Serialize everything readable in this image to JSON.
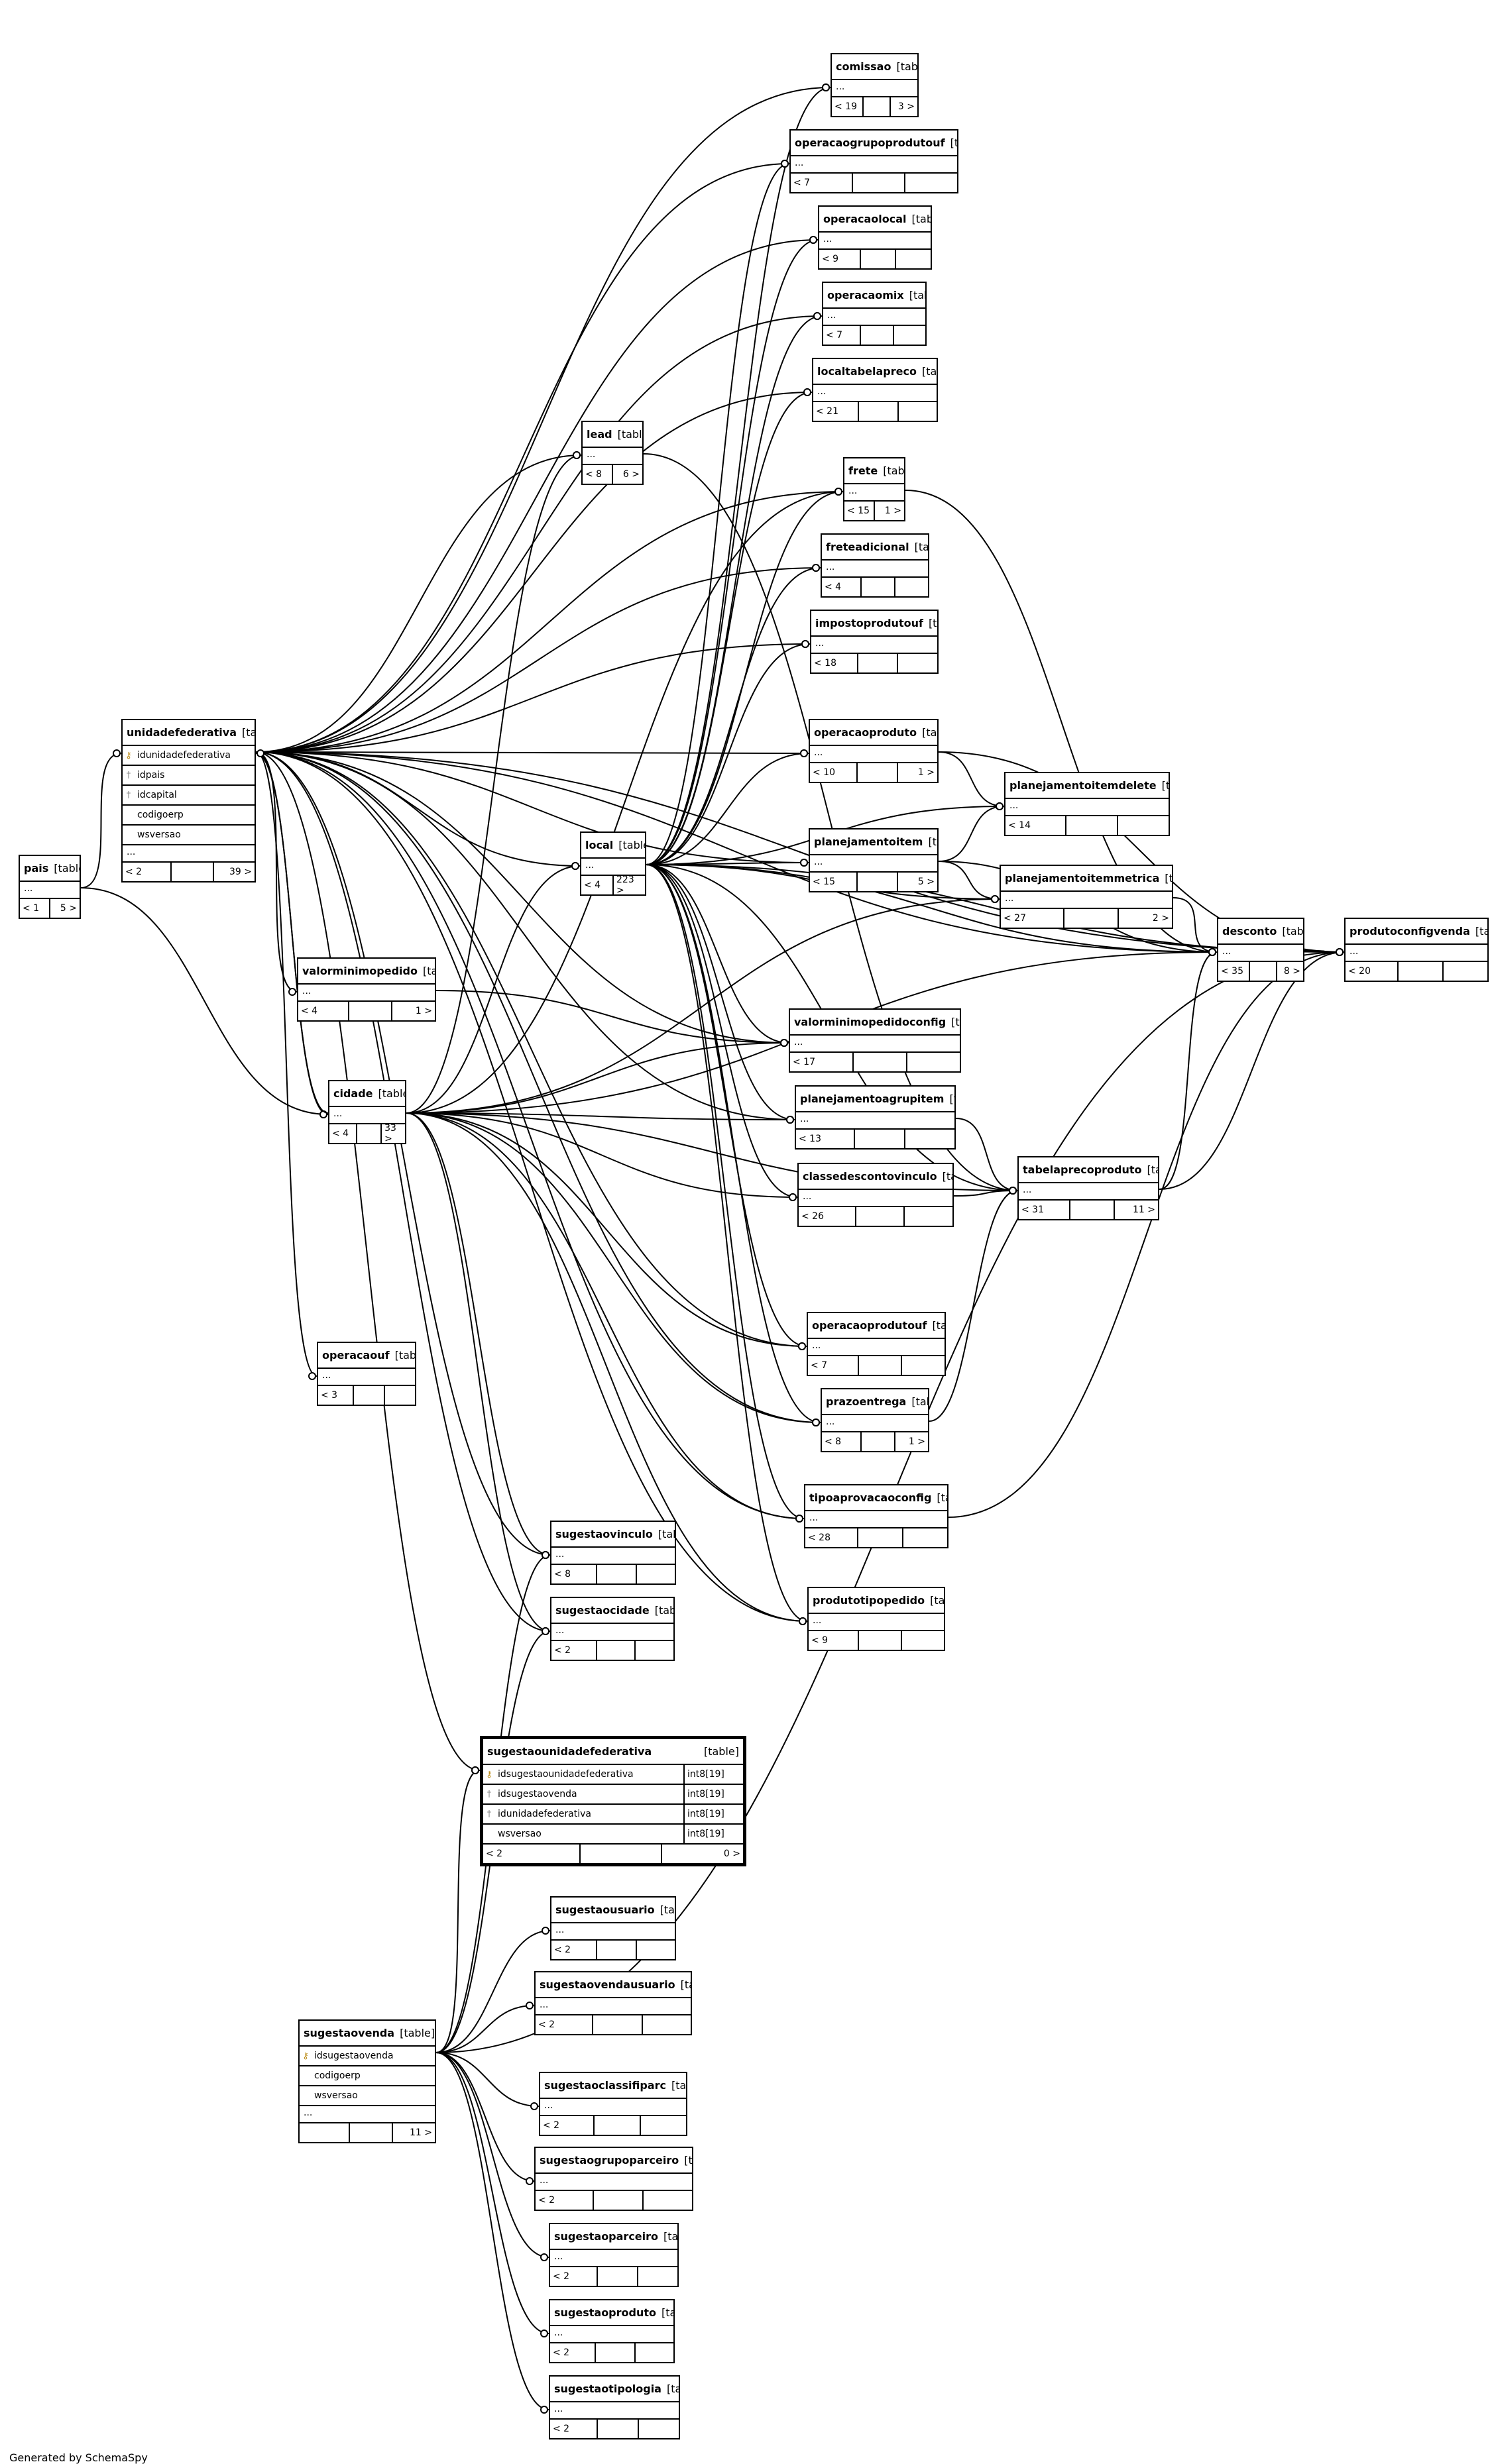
{
  "diagram": {
    "footer_text": "Generated by SchemaSpy",
    "tables": [
      {
        "id": "comissao",
        "name": "comissao",
        "kind": "[table]",
        "rows": [],
        "ellipsis": "...",
        "footer": [
          "< 19",
          "",
          "3 >"
        ]
      },
      {
        "id": "operacaogrupoprodutouf",
        "name": "operacaogrupoprodutouf",
        "kind": "[table]",
        "rows": [],
        "ellipsis": "...",
        "footer": [
          "< 7",
          "",
          ""
        ]
      },
      {
        "id": "operacaolocal",
        "name": "operacaolocal",
        "kind": "[table]",
        "rows": [],
        "ellipsis": "...",
        "footer": [
          "< 9",
          "",
          ""
        ]
      },
      {
        "id": "operacaomix",
        "name": "operacaomix",
        "kind": "[table]",
        "rows": [],
        "ellipsis": "...",
        "footer": [
          "< 7",
          "",
          ""
        ]
      },
      {
        "id": "localtabelapreco",
        "name": "localtabelapreco",
        "kind": "[table]",
        "rows": [],
        "ellipsis": "...",
        "footer": [
          "< 21",
          "",
          ""
        ]
      },
      {
        "id": "lead",
        "name": "lead",
        "kind": "[table]",
        "rows": [],
        "ellipsis": "...",
        "footer": [
          "< 8",
          "6 >"
        ]
      },
      {
        "id": "frete",
        "name": "frete",
        "kind": "[table]",
        "rows": [],
        "ellipsis": "...",
        "footer": [
          "< 15",
          "1 >"
        ]
      },
      {
        "id": "freteadicional",
        "name": "freteadicional",
        "kind": "[table]",
        "rows": [],
        "ellipsis": "...",
        "footer": [
          "< 4",
          "",
          ""
        ]
      },
      {
        "id": "impostoprodutouf",
        "name": "impostoprodutouf",
        "kind": "[table]",
        "rows": [],
        "ellipsis": "...",
        "footer": [
          "< 18",
          "",
          ""
        ]
      },
      {
        "id": "unidadefederativa",
        "name": "unidadefederativa",
        "kind": "[table]",
        "rows": [
          {
            "key": "pk",
            "col": "idunidadefederativa",
            "type": ""
          },
          {
            "key": "fk",
            "col": "idpais",
            "type": ""
          },
          {
            "key": "fk",
            "col": "idcapital",
            "type": ""
          },
          {
            "key": "",
            "col": "codigoerp",
            "type": ""
          },
          {
            "key": "",
            "col": "wsversao",
            "type": ""
          }
        ],
        "ellipsis": "...",
        "footer": [
          "< 2",
          "",
          "39 >"
        ]
      },
      {
        "id": "operacaoproduto",
        "name": "operacaoproduto",
        "kind": "[table]",
        "rows": [],
        "ellipsis": "...",
        "footer": [
          "< 10",
          "",
          "1 >"
        ]
      },
      {
        "id": "planejamentoitemdelete",
        "name": "planejamentoitemdelete",
        "kind": "[table]",
        "rows": [],
        "ellipsis": "...",
        "footer": [
          "< 14",
          "",
          ""
        ]
      },
      {
        "id": "pais",
        "name": "pais",
        "kind": "[table]",
        "rows": [],
        "ellipsis": "...",
        "footer": [
          "< 1",
          "5 >"
        ]
      },
      {
        "id": "local",
        "name": "local",
        "kind": "[table]",
        "rows": [],
        "ellipsis": "...",
        "footer": [
          "< 4",
          "223 >"
        ]
      },
      {
        "id": "planejamentoitem",
        "name": "planejamentoitem",
        "kind": "[table]",
        "rows": [],
        "ellipsis": "...",
        "footer": [
          "< 15",
          "",
          "5 >"
        ]
      },
      {
        "id": "planejamentoitemmetrica",
        "name": "planejamentoitemmetrica",
        "kind": "[table]",
        "rows": [],
        "ellipsis": "...",
        "footer": [
          "< 27",
          "",
          "2 >"
        ]
      },
      {
        "id": "desconto",
        "name": "desconto",
        "kind": "[table]",
        "rows": [],
        "ellipsis": "...",
        "footer": [
          "< 35",
          "",
          "8 >"
        ]
      },
      {
        "id": "produtoconfigvenda",
        "name": "produtoconfigvenda",
        "kind": "[table]",
        "rows": [],
        "ellipsis": "...",
        "footer": [
          "< 20",
          "",
          ""
        ]
      },
      {
        "id": "valorminimopedido",
        "name": "valorminimopedido",
        "kind": "[table]",
        "rows": [],
        "ellipsis": "...",
        "footer": [
          "< 4",
          "",
          "1 >"
        ]
      },
      {
        "id": "valorminimopedidoconfig",
        "name": "valorminimopedidoconfig",
        "kind": "[table]",
        "rows": [],
        "ellipsis": "...",
        "footer": [
          "< 17",
          "",
          ""
        ]
      },
      {
        "id": "cidade",
        "name": "cidade",
        "kind": "[table]",
        "rows": [],
        "ellipsis": "...",
        "footer": [
          "< 4",
          "",
          "33 >"
        ]
      },
      {
        "id": "planejamentoagrupitem",
        "name": "planejamentoagrupitem",
        "kind": "[table]",
        "rows": [],
        "ellipsis": "...",
        "footer": [
          "< 13",
          "",
          ""
        ]
      },
      {
        "id": "classedescontovinculo",
        "name": "classedescontovinculo",
        "kind": "[table]",
        "rows": [],
        "ellipsis": "...",
        "footer": [
          "< 26",
          "",
          ""
        ]
      },
      {
        "id": "tabelaprecoproduto",
        "name": "tabelaprecoproduto",
        "kind": "[table]",
        "rows": [],
        "ellipsis": "...",
        "footer": [
          "< 31",
          "",
          "11 >"
        ]
      },
      {
        "id": "operacaoprodutouf",
        "name": "operacaoprodutouf",
        "kind": "[table]",
        "rows": [],
        "ellipsis": "...",
        "footer": [
          "< 7",
          "",
          ""
        ]
      },
      {
        "id": "operacaouf",
        "name": "operacaouf",
        "kind": "[table]",
        "rows": [],
        "ellipsis": "...",
        "footer": [
          "< 3",
          "",
          ""
        ]
      },
      {
        "id": "prazoentrega",
        "name": "prazoentrega",
        "kind": "[table]",
        "rows": [],
        "ellipsis": "...",
        "footer": [
          "< 8",
          "",
          "1 >"
        ]
      },
      {
        "id": "tipoaprovacaoconfig",
        "name": "tipoaprovacaoconfig",
        "kind": "[table]",
        "rows": [],
        "ellipsis": "...",
        "footer": [
          "< 28",
          "",
          ""
        ]
      },
      {
        "id": "sugestaovinculo",
        "name": "sugestaovinculo",
        "kind": "[table]",
        "rows": [],
        "ellipsis": "...",
        "footer": [
          "< 8",
          "",
          ""
        ]
      },
      {
        "id": "produtotipopedido",
        "name": "produtotipopedido",
        "kind": "[table]",
        "rows": [],
        "ellipsis": "...",
        "footer": [
          "< 9",
          "",
          ""
        ]
      },
      {
        "id": "sugestaocidade",
        "name": "sugestaocidade",
        "kind": "[table]",
        "rows": [],
        "ellipsis": "...",
        "footer": [
          "< 2",
          "",
          ""
        ]
      },
      {
        "id": "sugestaounidadefederativa",
        "name": "sugestaounidadefederativa",
        "kind": "[table]",
        "focus": true,
        "rows": [
          {
            "key": "pk",
            "col": "idsugestaounidadefederativa",
            "type": "int8[19]"
          },
          {
            "key": "fk",
            "col": "idsugestaovenda",
            "type": "int8[19]"
          },
          {
            "key": "fk",
            "col": "idunidadefederativa",
            "type": "int8[19]"
          },
          {
            "key": "",
            "col": "wsversao",
            "type": "int8[19]"
          }
        ],
        "ellipsis": "",
        "footer": [
          "< 2",
          "",
          "0 >"
        ]
      },
      {
        "id": "sugestaousuario",
        "name": "sugestaousuario",
        "kind": "[table]",
        "rows": [],
        "ellipsis": "...",
        "footer": [
          "< 2",
          "",
          ""
        ]
      },
      {
        "id": "sugestaovendausuario",
        "name": "sugestaovendausuario",
        "kind": "[table]",
        "rows": [],
        "ellipsis": "...",
        "footer": [
          "< 2",
          "",
          ""
        ]
      },
      {
        "id": "sugestaovenda",
        "name": "sugestaovenda",
        "kind": "[table]",
        "rows": [
          {
            "key": "pk",
            "col": "idsugestaovenda",
            "type": ""
          },
          {
            "key": "",
            "col": "codigoerp",
            "type": ""
          },
          {
            "key": "",
            "col": "wsversao",
            "type": ""
          }
        ],
        "ellipsis": "...",
        "footer": [
          "",
          "",
          "11 >"
        ]
      },
      {
        "id": "sugestaoclassifiparc",
        "name": "sugestaoclassifiparc",
        "kind": "[table]",
        "rows": [],
        "ellipsis": "...",
        "footer": [
          "< 2",
          "",
          ""
        ]
      },
      {
        "id": "sugestaogrupoparceiro",
        "name": "sugestaogrupoparceiro",
        "kind": "[table]",
        "rows": [],
        "ellipsis": "...",
        "footer": [
          "< 2",
          "",
          ""
        ]
      },
      {
        "id": "sugestaoparceiro",
        "name": "sugestaoparceiro",
        "kind": "[table]",
        "rows": [],
        "ellipsis": "...",
        "footer": [
          "< 2",
          "",
          ""
        ]
      },
      {
        "id": "sugestaoproduto",
        "name": "sugestaoproduto",
        "kind": "[table]",
        "rows": [],
        "ellipsis": "...",
        "footer": [
          "< 2",
          "",
          ""
        ]
      },
      {
        "id": "sugestaotipologia",
        "name": "sugestaotipologia",
        "kind": "[table]",
        "rows": [],
        "ellipsis": "...",
        "footer": [
          "< 2",
          "",
          ""
        ]
      }
    ],
    "relationships": [
      [
        "unidadefederativa",
        "comissao"
      ],
      [
        "unidadefederativa",
        "operacaogrupoprodutouf"
      ],
      [
        "unidadefederativa",
        "operacaolocal"
      ],
      [
        "unidadefederativa",
        "operacaomix"
      ],
      [
        "unidadefederativa",
        "localtabelapreco"
      ],
      [
        "unidadefederativa",
        "lead"
      ],
      [
        "unidadefederativa",
        "frete"
      ],
      [
        "unidadefederativa",
        "freteadicional"
      ],
      [
        "unidadefederativa",
        "impostoprodutouf"
      ],
      [
        "unidadefederativa",
        "operacaoproduto"
      ],
      [
        "unidadefederativa",
        "local"
      ],
      [
        "unidadefederativa",
        "planejamentoitem"
      ],
      [
        "unidadefederativa",
        "valorminimopedido"
      ],
      [
        "unidadefederativa",
        "valorminimopedidoconfig"
      ],
      [
        "unidadefederativa",
        "cidade"
      ],
      [
        "unidadefederativa",
        "operacaouf"
      ],
      [
        "unidadefederativa",
        "operacaoprodutouf"
      ],
      [
        "unidadefederativa",
        "prazoentrega"
      ],
      [
        "unidadefederativa",
        "tipoaprovacaoconfig"
      ],
      [
        "unidadefederativa",
        "sugestaovinculo"
      ],
      [
        "unidadefederativa",
        "sugestaocidade"
      ],
      [
        "unidadefederativa",
        "sugestaounidadefederativa"
      ],
      [
        "unidadefederativa",
        "desconto"
      ],
      [
        "unidadefederativa",
        "produtoconfigvenda"
      ],
      [
        "unidadefederativa",
        "produtotipopedido"
      ],
      [
        "unidadefederativa",
        "planejamentoagrupitem"
      ],
      [
        "pais",
        "unidadefederativa"
      ],
      [
        "pais",
        "cidade"
      ],
      [
        "cidade",
        "unidadefederativa"
      ],
      [
        "cidade",
        "local"
      ],
      [
        "cidade",
        "lead"
      ],
      [
        "cidade",
        "frete"
      ],
      [
        "cidade",
        "valorminimopedidoconfig"
      ],
      [
        "cidade",
        "planejamentoagrupitem"
      ],
      [
        "cidade",
        "classedescontovinculo"
      ],
      [
        "cidade",
        "tabelaprecoproduto"
      ],
      [
        "cidade",
        "operacaoprodutouf"
      ],
      [
        "cidade",
        "prazoentrega"
      ],
      [
        "cidade",
        "tipoaprovacaoconfig"
      ],
      [
        "cidade",
        "sugestaovinculo"
      ],
      [
        "cidade",
        "sugestaocidade"
      ],
      [
        "cidade",
        "produtotipopedido"
      ],
      [
        "cidade",
        "desconto"
      ],
      [
        "cidade",
        "planejamentoitemmetrica"
      ],
      [
        "local",
        "comissao"
      ],
      [
        "local",
        "operacaogrupoprodutouf"
      ],
      [
        "local",
        "operacaolocal"
      ],
      [
        "local",
        "operacaomix"
      ],
      [
        "local",
        "localtabelapreco"
      ],
      [
        "local",
        "frete"
      ],
      [
        "local",
        "freteadicional"
      ],
      [
        "local",
        "impostoprodutouf"
      ],
      [
        "local",
        "operacaoproduto"
      ],
      [
        "local",
        "planejamentoitemdelete"
      ],
      [
        "local",
        "planejamentoitem"
      ],
      [
        "local",
        "planejamentoitemmetrica"
      ],
      [
        "local",
        "desconto"
      ],
      [
        "local",
        "produtoconfigvenda"
      ],
      [
        "local",
        "valorminimopedidoconfig"
      ],
      [
        "local",
        "planejamentoagrupitem"
      ],
      [
        "local",
        "classedescontovinculo"
      ],
      [
        "local",
        "tabelaprecoproduto"
      ],
      [
        "local",
        "operacaoprodutouf"
      ],
      [
        "local",
        "prazoentrega"
      ],
      [
        "local",
        "tipoaprovacaoconfig"
      ],
      [
        "local",
        "produtotipopedido"
      ],
      [
        "operacaoproduto",
        "planejamentoitemdelete"
      ],
      [
        "operacaoproduto",
        "produtoconfigvenda"
      ],
      [
        "planejamentoitem",
        "planejamentoitemdelete"
      ],
      [
        "planejamentoitem",
        "planejamentoitemmetrica"
      ],
      [
        "planejamentoitem",
        "desconto"
      ],
      [
        "planejamentoitemmetrica",
        "desconto"
      ],
      [
        "desconto",
        "produtoconfigvenda"
      ],
      [
        "tabelaprecoproduto",
        "desconto"
      ],
      [
        "tabelaprecoproduto",
        "produtoconfigvenda"
      ],
      [
        "frete",
        "desconto"
      ],
      [
        "lead",
        "tabelaprecoproduto"
      ],
      [
        "valorminimopedido",
        "valorminimopedidoconfig"
      ],
      [
        "sugestaovenda",
        "sugestaounidadefederativa"
      ],
      [
        "sugestaovenda",
        "sugestaovinculo"
      ],
      [
        "sugestaovenda",
        "sugestaocidade"
      ],
      [
        "sugestaovenda",
        "sugestaousuario"
      ],
      [
        "sugestaovenda",
        "sugestaovendausuario"
      ],
      [
        "sugestaovenda",
        "sugestaoclassifiparc"
      ],
      [
        "sugestaovenda",
        "sugestaogrupoparceiro"
      ],
      [
        "sugestaovenda",
        "sugestaoparceiro"
      ],
      [
        "sugestaovenda",
        "sugestaoproduto"
      ],
      [
        "sugestaovenda",
        "sugestaotipologia"
      ],
      [
        "sugestaovenda",
        "produtoconfigvenda"
      ],
      [
        "tipoaprovacaoconfig",
        "produtoconfigvenda"
      ],
      [
        "prazoentrega",
        "tabelaprecoproduto"
      ],
      [
        "classedescontovinculo",
        "tabelaprecoproduto"
      ],
      [
        "planejamentoagrupitem",
        "tabelaprecoproduto"
      ]
    ]
  }
}
